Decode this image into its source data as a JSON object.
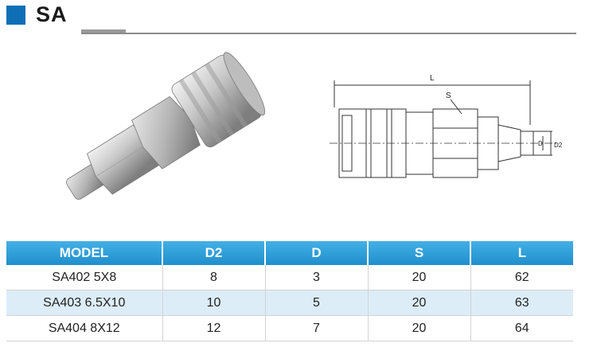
{
  "header": {
    "title": "SA"
  },
  "drawing": {
    "labels": {
      "L": "L",
      "S": "S",
      "D": "D",
      "D2": "D2"
    }
  },
  "table": {
    "columns": [
      "MODEL",
      "D2",
      "D",
      "S",
      "L"
    ],
    "rows": [
      [
        "SA402 5X8",
        "8",
        "3",
        "20",
        "62"
      ],
      [
        "SA403 6.5X10",
        "10",
        "5",
        "20",
        "63"
      ],
      [
        "SA404 8X12",
        "12",
        "7",
        "20",
        "64"
      ]
    ]
  },
  "colors": {
    "accent": "#0f6fb6",
    "table_header": "#2a9ad6",
    "alt_row": "#dcedf8"
  }
}
